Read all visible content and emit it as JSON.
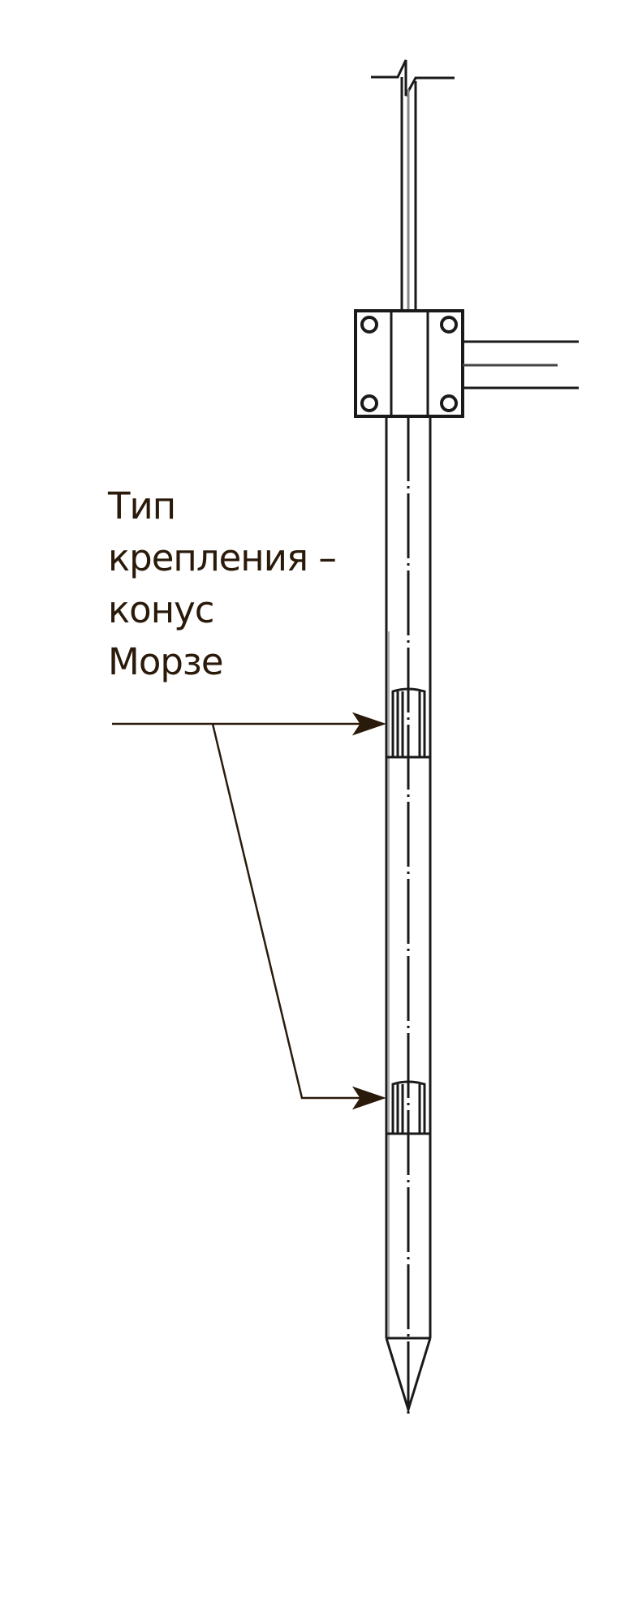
{
  "callout": {
    "lines": [
      "Тип",
      "крепления –",
      "конус",
      "Морзе"
    ]
  },
  "colors": {
    "line": "#1a1a1a",
    "text": "#2a1a0a"
  }
}
